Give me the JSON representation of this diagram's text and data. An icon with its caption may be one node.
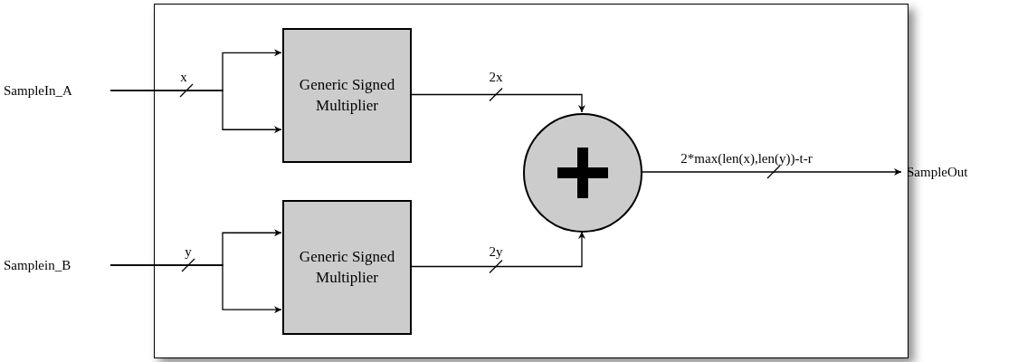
{
  "diagram": {
    "nodes": [
      {
        "text": [],
        "shape": "box"
      },
      {
        "text": [
          "SampleIn_A"
        ]
      },
      {
        "text": [
          "Samplein_B"
        ]
      },
      {
        "text": [
          "Generic Signed Multiplier"
        ],
        "in": 0
      },
      {
        "text": [
          "Generic Signed Multiplier"
        ],
        "in": 0
      },
      {
        "text": [],
        "shape": "circle",
        "in": 0
      },
      {
        "text": [
          "SampleOut"
        ]
      }
    ],
    "edges": [
      {
        "from": 1,
        "to": 3,
        "arrow": "to",
        "label": "x"
      },
      {
        "from": 1,
        "to": 3,
        "arrow": "to"
      },
      {
        "from": 2,
        "to": 4,
        "arrow": "to",
        "label": "y"
      },
      {
        "from": 2,
        "to": 4,
        "arrow": "to"
      },
      {
        "from": 3,
        "to": 5,
        "arrow": "to",
        "label": "2x"
      },
      {
        "from": 4,
        "to": 5,
        "arrow": "to",
        "label": "2y"
      },
      {
        "from": 5,
        "to": 6,
        "arrow": "to",
        "label": "2*max(len(x),len(y))-t-r"
      }
    ]
  }
}
